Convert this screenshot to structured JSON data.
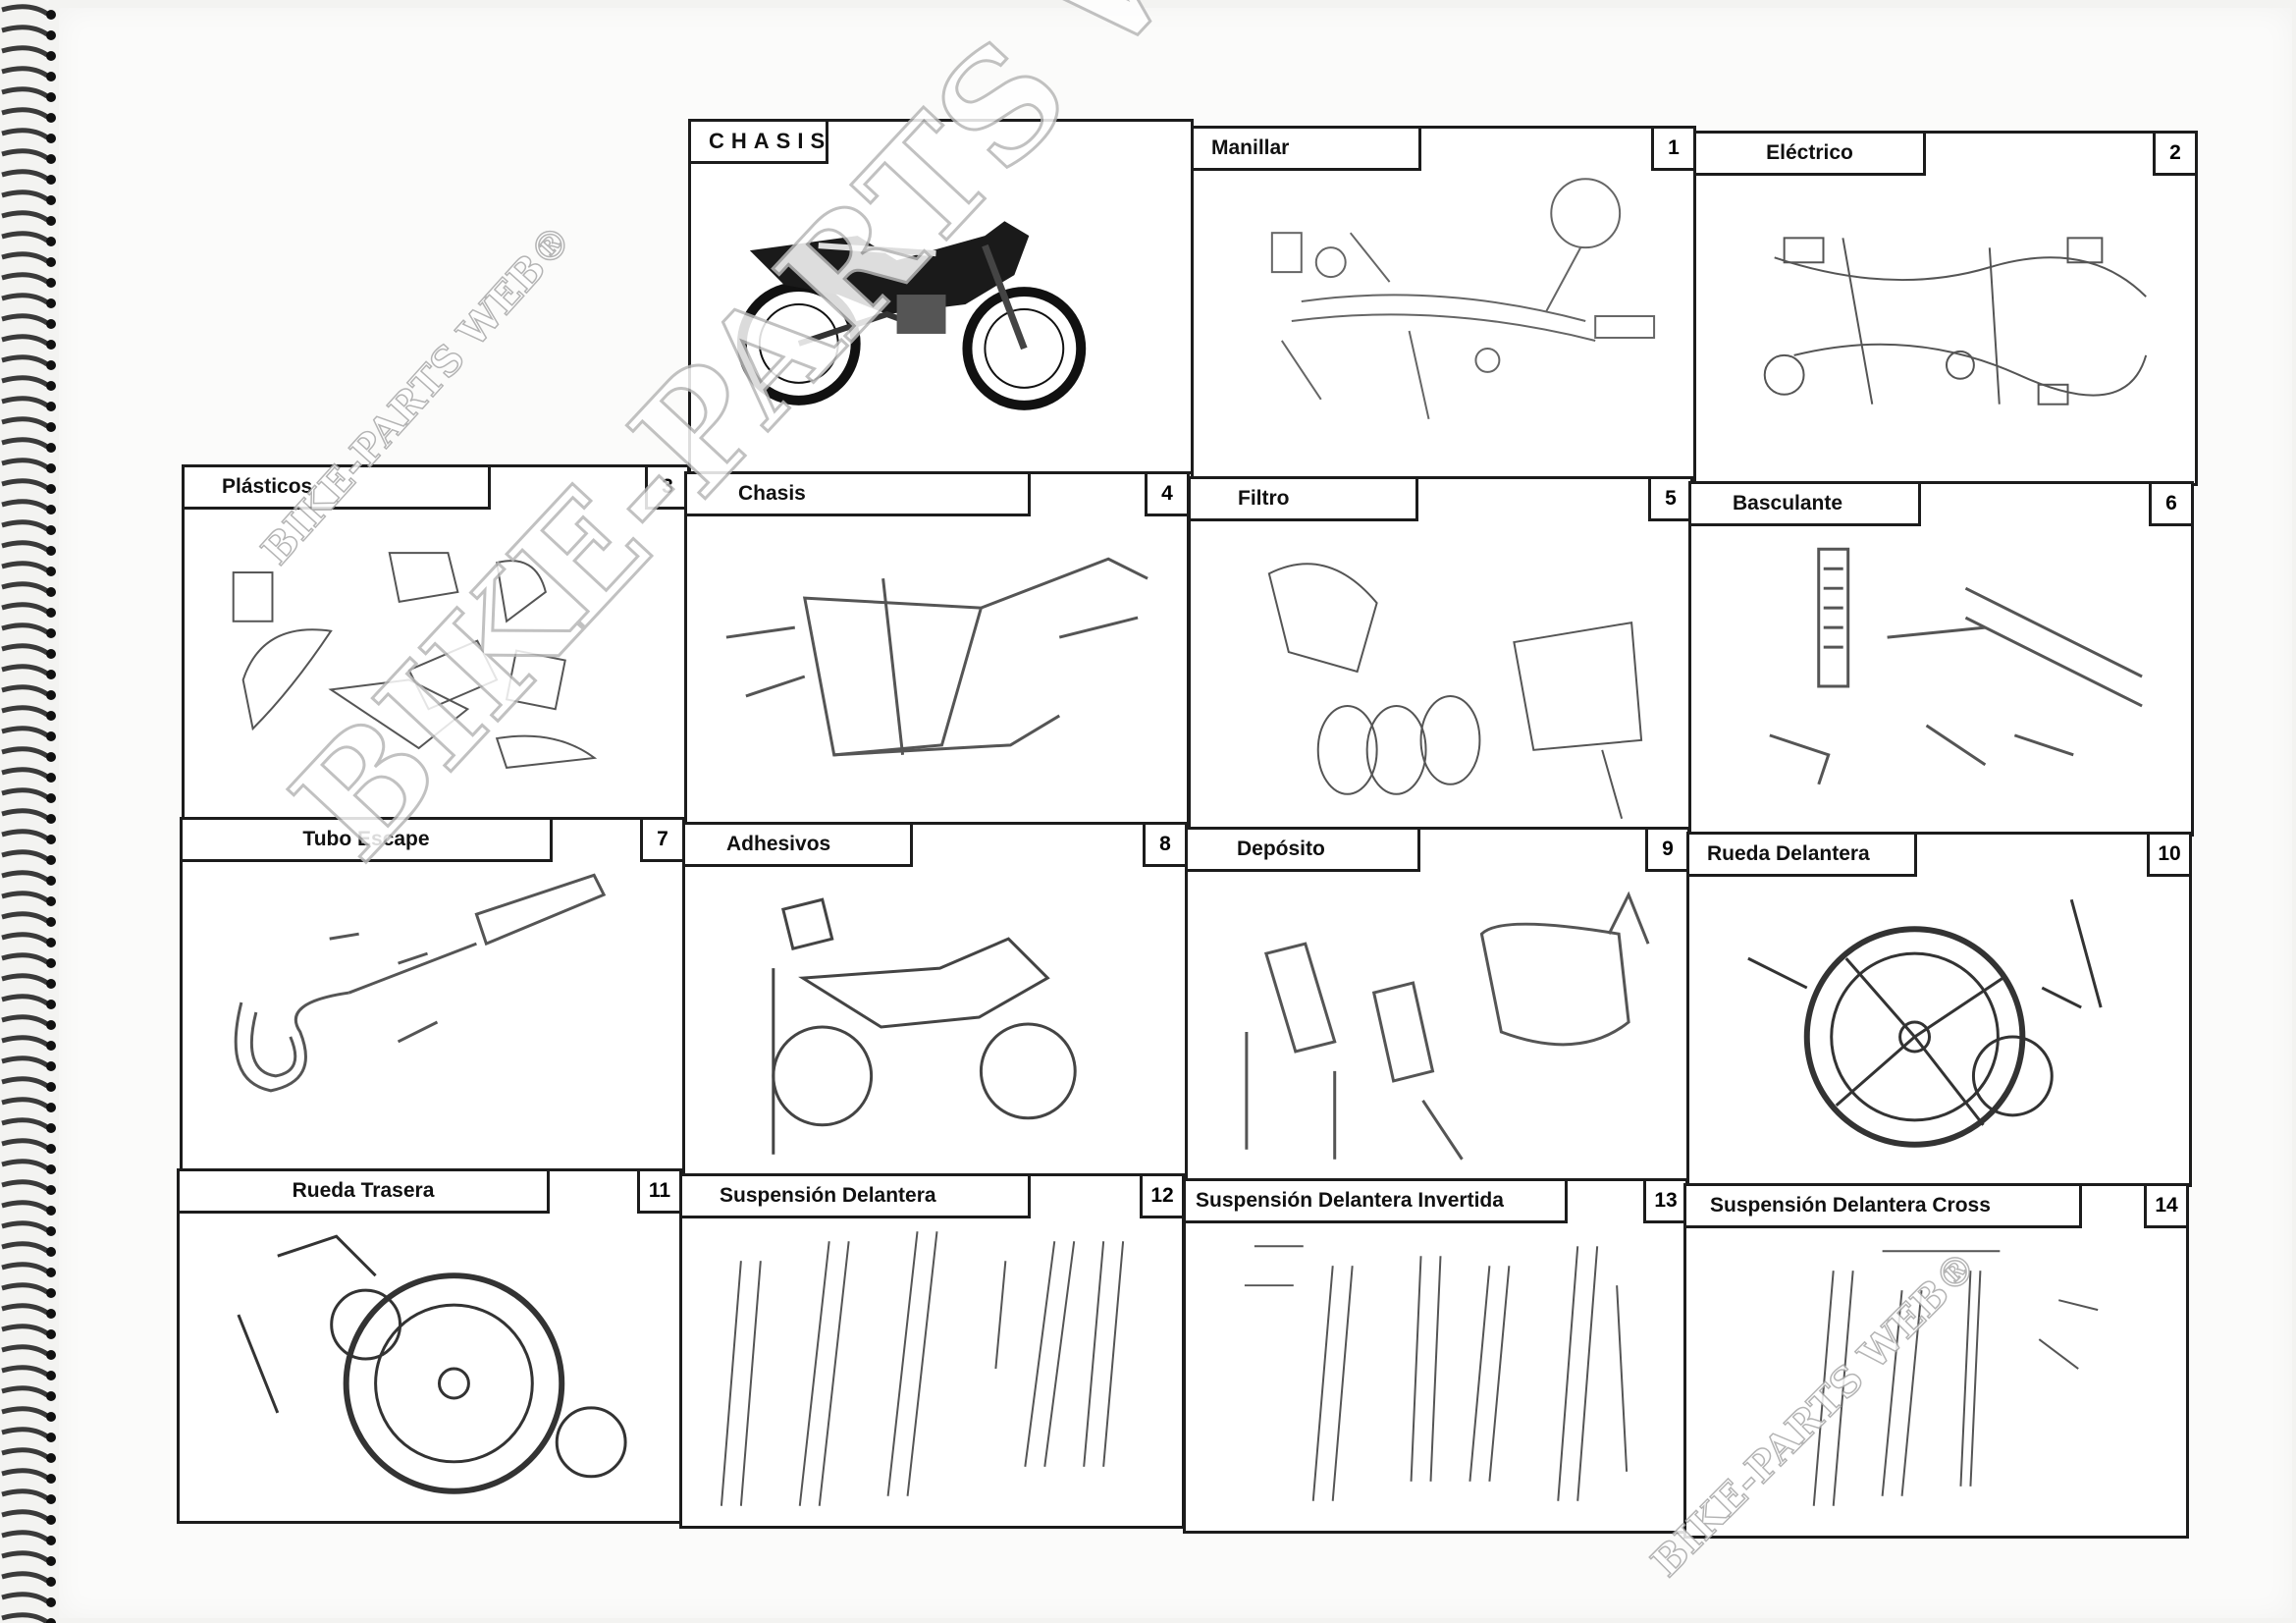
{
  "header": {
    "title": "CHASIS"
  },
  "panels": [
    {
      "label": "Manillar",
      "number": "1"
    },
    {
      "label": "Eléctrico",
      "number": "2"
    },
    {
      "label": "Plásticos",
      "number": "3"
    },
    {
      "label": "Chasis",
      "number": "4"
    },
    {
      "label": "Filtro",
      "number": "5"
    },
    {
      "label": "Basculante",
      "number": "6"
    },
    {
      "label": "Tubo Escape",
      "number": "7"
    },
    {
      "label": "Adhesivos",
      "number": "8"
    },
    {
      "label": "Depósito",
      "number": "9"
    },
    {
      "label": "Rueda Delantera",
      "number": "10"
    },
    {
      "label": "Rueda Trasera",
      "number": "11"
    },
    {
      "label": "Suspensión Delantera",
      "number": "12"
    },
    {
      "label": "Suspensión Delantera Invertida",
      "number": "13"
    },
    {
      "label": "Suspensión Delantera Cross",
      "number": "14"
    }
  ],
  "watermark": {
    "main": "BIKE-PARTS WEB",
    "small": "BIKE-PARTS WEB®"
  },
  "colors": {
    "border": "#1c1c1c",
    "paper": "#fbfbfa",
    "watermark": "#b7b7b7"
  }
}
